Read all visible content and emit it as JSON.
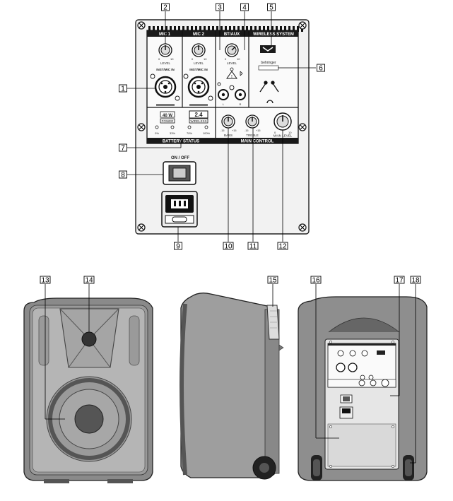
{
  "panel": {
    "sections": {
      "mic1": "MIC 1",
      "mic2": "MIC 2",
      "btaux": "BT/AUX",
      "wireless": "WIRELESS SYSTEM",
      "battery": "BATTERY STATUS",
      "main": "MAIN CONTROL"
    },
    "labels": {
      "level": "LEVEL",
      "inst_mic_in": "INST/MIC IN",
      "power_40w": "40 W",
      "power": "POWER",
      "wireless_24": "2.4",
      "wireless": "WIRELESS",
      "bass": "BASS",
      "treble": "TREBLE",
      "main_level": "MAIN LEVEL",
      "on_off": "ON / OFF",
      "brand": "behringer",
      "knob_min": "0",
      "knob_max": "10",
      "eq_min": "-15",
      "eq_max": "+15",
      "pct_0": "0%",
      "pct_33": "33%",
      "pct_70": "70%",
      "pct_100": "100%",
      "in_l": "L",
      "in_r": "R"
    }
  },
  "callouts": [
    "1",
    "2",
    "3",
    "4",
    "5",
    "6",
    "7",
    "8",
    "9",
    "10",
    "11",
    "12",
    "13",
    "14",
    "15",
    "16",
    "17",
    "18"
  ]
}
